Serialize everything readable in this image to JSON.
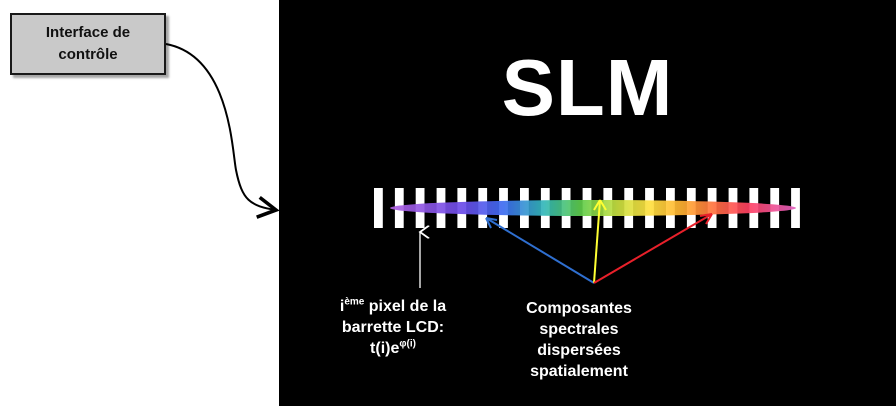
{
  "control_box": {
    "line1": "Interface de",
    "line2": "contrôle"
  },
  "slm_title": "SLM",
  "pixel_caption": {
    "line1_sup": "ème",
    "line1_i": "i",
    "line1_rest": " pixel de la",
    "line2": "barrette LCD:",
    "line3_base": "t(i)e",
    "line3_sup": "φ(i)"
  },
  "spectral_caption": {
    "line1": "Composantes",
    "line2": "spectrales",
    "line3": "dispersées",
    "line4": "spatialement"
  },
  "colors": {
    "arrow_blue": "#2f6fd0",
    "arrow_yellow": "#ffff33",
    "arrow_red": "#e8202a",
    "box_fill": "#c9c9c9",
    "panel": "#000000"
  }
}
